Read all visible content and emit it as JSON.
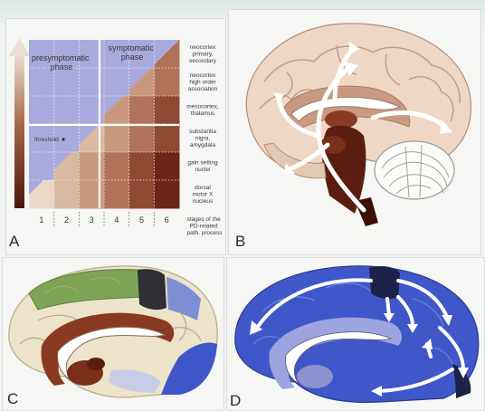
{
  "panels": {
    "a": {
      "letter": "A",
      "phase_presymptomatic": [
        "presymptomatic",
        "phase"
      ],
      "phase_symptomatic": [
        "symptomatic",
        "phase"
      ],
      "threshold_label": "threshold",
      "row_labels": [
        [
          "neocortex",
          "primary,",
          "secondary"
        ],
        [
          "neocortex",
          "high order",
          "association"
        ],
        [
          "mesocortex,",
          "thalamus"
        ],
        [
          "substantia",
          "nigra,",
          "amygdala"
        ],
        [
          "gain setting",
          "nuclei"
        ],
        [
          "dorsal",
          "motor X",
          "nucleus"
        ]
      ],
      "stage_numbers": [
        "1",
        "2",
        "3",
        "4",
        "5",
        "6"
      ],
      "stage_caption": [
        "stages of the",
        "PD-related",
        "path. process"
      ]
    },
    "b": {
      "letter": "B"
    },
    "c": {
      "letter": "C"
    },
    "d": {
      "letter": "D"
    }
  },
  "colors": {
    "lavender": "#a6a9e0",
    "sand": "#d9b9a2",
    "brown_dark": "#5a1d10",
    "green": "#7ea456",
    "blue": "#3f57c8",
    "cream": "#ece3c9"
  }
}
